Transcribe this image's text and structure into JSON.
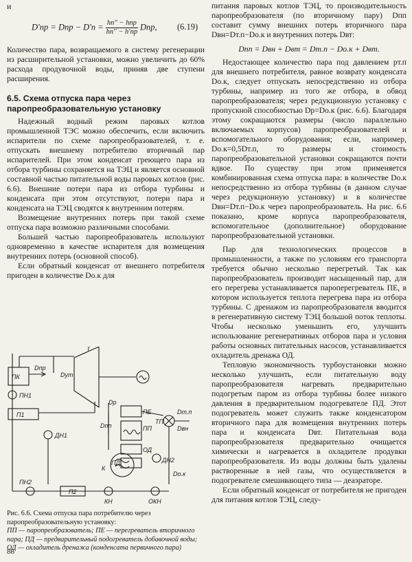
{
  "header_mark": "и",
  "formula_top": {
    "lhs": "D′пр = Dпр − D′п = ",
    "num": "hп″ − hпр",
    "den": "hп′′ − h′пр",
    "rhs": " Dпр,",
    "eq_number": "(6.19)"
  },
  "left_paragraphs": [
    "Количество пара, возвращаемого в систему регенерации из расширительной установки, можно увеличить до 60% расхода продувочной воды, приняв две ступени расширения."
  ],
  "section_title": "6.5. Схема отпуска пара через паропреобразовательную установку",
  "section_paragraphs": [
    "Надежный водный режим паровых котлов промышленной ТЭС можно обеспечить, если включить испарители по схеме паропреобразователей, т. е. отпускать внешнему потребителю вторичный пар испарителей. При этом конденсат греющего пара из отбора турбины сохраняется на ТЭЦ и является основной составной частью питательной воды паровых котлов (рис. 6.6). Внешние потери пара из отбора турбины и конденсата при этом отсутствуют, потери пара и конденсата на ТЭЦ сводятся к внутренним потерям.",
    "Возмещение внутренних потерь при такой схеме отпуска пара возможно различными способами.",
    "Большей частью паропреобразователь используют одновременно в качестве испарителя для возмещения внутренних потерь (основной способ).",
    "Если обратный конденсат от внешнего потребителя пригоден в количестве Dо.к для"
  ],
  "figure": {
    "labels": {
      "pk": "ПК",
      "dpr": "Dпр",
      "dut": "Dут",
      "t": "Т",
      "pn1": "ПН1",
      "p1": "П1",
      "dp": "Dp",
      "pe": "ПЕ",
      "pp": "ПП",
      "dpp": "Dпп",
      "dn1": "ДН1",
      "tp": "ТП",
      "dtp": "Dт.п",
      "dvn": "Dвн",
      "od": "ОД",
      "pd": "ПД",
      "k": "К",
      "dn2": "ДН2",
      "dok": "Dо.к",
      "pn2": "ПН2",
      "p2": "П2",
      "kn": "КН",
      "okn": "ОКН"
    },
    "caption_title": "Рис. 6.6. Схема отпуска пара потребителю через паропреобразовательную установку:",
    "caption_legend": [
      "ПП — паропреобразователь; ПЕ — перегреватель вторичного пара; ПД — предварительный подогреватель добавочной воды;",
      "ОД — охладитель дренажа (конденсата первичного пара)"
    ]
  },
  "right_paragraphs": [
    "питания паровых котлов ТЭЦ, то производительность паропреобразователя (по вторичному пару) Dпп составит сумму внешних потерь вторичного пара Dвн=Dт.п−Dо.к и внутренних потерь Dвт:",
    "Недостающее количество пара под давлением pт.п для внешнего потребителя, равное возврату конденсата Dо.к, следует отпускать непосредственно из отбора турбины, например из того же отбора, в обвод паропреобразователя; через редукционную установку с пропускной способностью Dр=Dо.к (рис. 6.6). Благодаря этому сокращаются размеры (число параллельно включаемых корпусов) паропреобразователей и вспомогательного оборудования; если, например, Dо.к=0,5Dт.п, то размеры и стоимость паропреобразовательной установки сокращаются почти вдвое. По существу при этом применяется комбинированная схема отпуска пара: в количестве Dо.к непосредственно из отбора турбины (в данном случае через редукционную установку) и в количестве Dвн=Dт.п−Dо.к через паропреобразователь. На рис. 6.6 показано, кроме корпуса паропреобразователя, вспомогательное (дополнительное) оборудование паропреобразовательной установки.",
    "Пар для технологических процессов в промышленности, а также по условиям его транспорта требуется обычно несколько перегретый. Так как паропреобразователь производит насыщенный пар, для его перегрева устанавливается пароперегреватель ПЕ, в котором используется теплота перегрева пара из отбора турбины. С дренажом из паропреобразователя вводится в регенеративную систему ТЭЦ большой поток теплоты. Чтобы несколько уменьшить его, улучшить использование регенеративных отборов пара и условия работы основных питательных насосов, устанавливается охладитель дренажа ОД.",
    "Тепловую экономичность турбоустановки можно несколько улучшить, если питательную воду паропреобразователя нагревать предварительно подогретым паром из отбора турбины более низкого давления в предварительном подогревателе ПД. Этот подогреватель может служить также конденсатором вторичного пара для возмещения внутренних потерь пара и конденсата Dвт. Питательная вода паропреобразователя предварительно очищается химически и нагревается в охладителе продувки паропреобразователя. Из воды должны быть удалены растворенные в ней газы, что осуществляется в подогревателе смешивающего типа — деаэраторе.",
    "Если обратный конденсат от потребителя не пригоден для питания котлов ТЭЦ, следу-"
  ],
  "right_formula": "Dпп = Dвн + Dвт = Dт.п − Dо.к + Dвт.",
  "page_number": "88"
}
